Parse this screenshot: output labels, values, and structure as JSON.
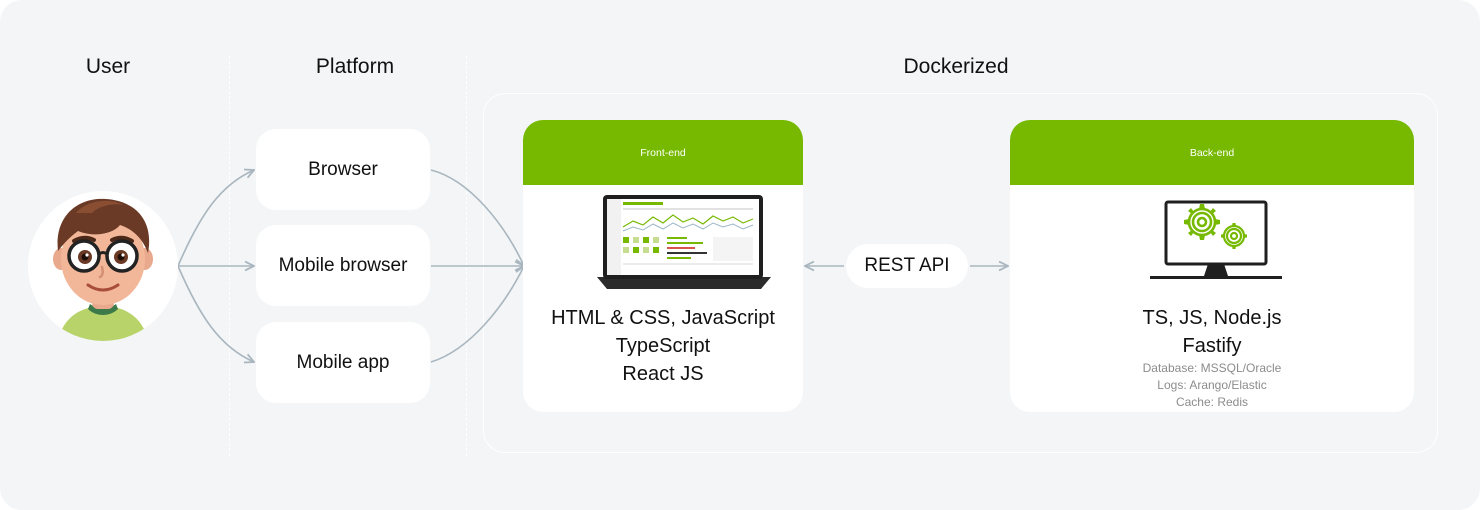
{
  "columns": {
    "user": "User",
    "platform": "Platform",
    "dockerized": "Dockerized"
  },
  "platforms": [
    "Browser",
    "Mobile browser",
    "Mobile app"
  ],
  "frontend": {
    "header": "Front-end",
    "lines": [
      "HTML & CSS, JavaScript",
      "TypeScript",
      "React JS"
    ]
  },
  "api": {
    "label": "REST API"
  },
  "backend": {
    "header": "Back-end",
    "lines": [
      "TS, JS, Node.js",
      "Fastify"
    ],
    "details": [
      "Database: MSSQL/Oracle",
      "Logs: Arango/Elastic",
      "Cache: Redis"
    ]
  },
  "colors": {
    "accent": "#76b900",
    "background": "#f3f5f6",
    "connector": "#a9b6bf"
  }
}
